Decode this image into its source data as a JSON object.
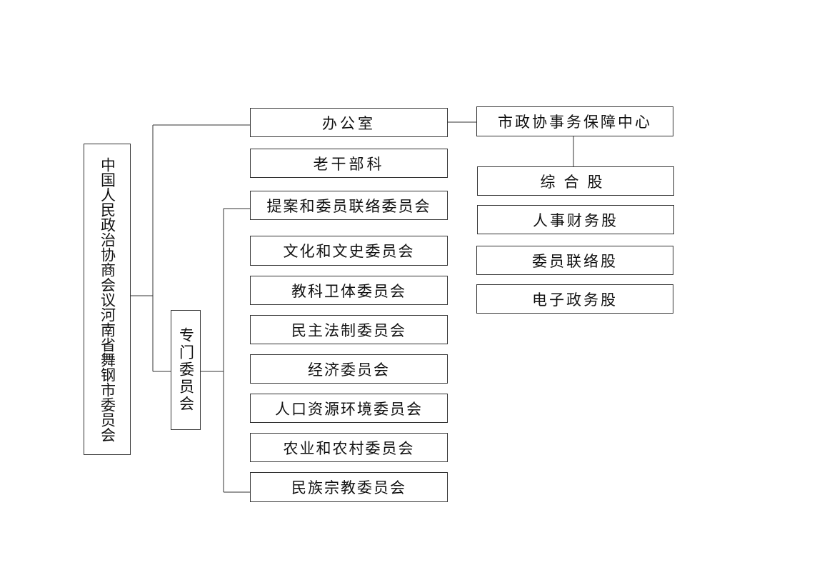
{
  "root": {
    "label": "中国人民政治协商会议河南省舞钢市委员会"
  },
  "direct_units": {
    "office": "办公室",
    "veteran_cadre": "老干部科"
  },
  "special_committees": {
    "label": "专门委员会",
    "items": [
      "提案和委员联络委员会",
      "文化和文史委员会",
      "教科卫体委员会",
      "民主法制委员会",
      "经济委员会",
      "人口资源环境委员会",
      "农业和农村委员会",
      "民族宗教委员会"
    ]
  },
  "service_center": {
    "label": "市政协事务保障中心",
    "sections": [
      "综合股",
      "人事财务股",
      "委员联络股",
      "电子政务股"
    ]
  }
}
